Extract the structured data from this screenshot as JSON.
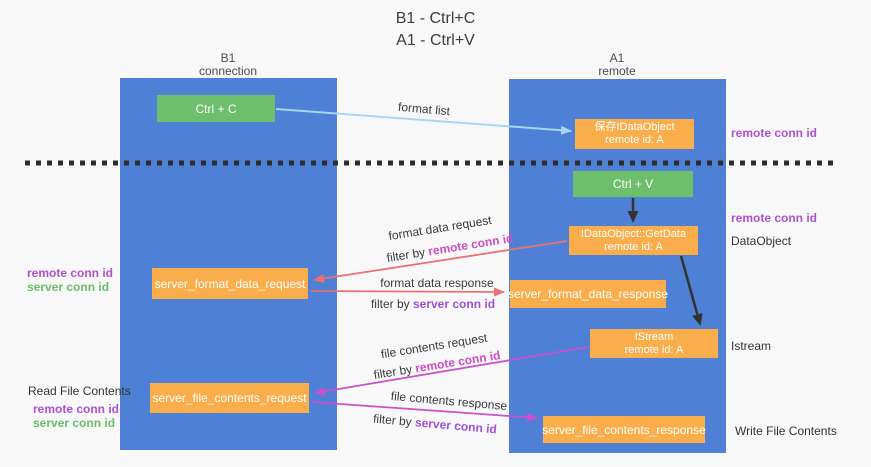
{
  "title": {
    "line1": "B1 - Ctrl+C",
    "line2": "A1 - Ctrl+V"
  },
  "lanes": {
    "left": {
      "name": "B1",
      "role": "connection"
    },
    "right": {
      "name": "A1",
      "role": "remote"
    }
  },
  "boxes": {
    "ctrl_c": "Ctrl + C",
    "ctrl_v": "Ctrl + V",
    "save_dataobject": {
      "line1": "保存IDataObject",
      "line2": "remote id: A"
    },
    "getdata": {
      "line1": "IDataObject::GetData",
      "line2": "remote id: A"
    },
    "istream": {
      "line1": "IStream",
      "line2": "remote id: A"
    },
    "format_request": "server_format_data_request",
    "format_response": "server_format_data_response",
    "file_request": "server_file_contents_request",
    "file_response": "server_file_contents_response"
  },
  "flow_labels": {
    "format_list": "format list",
    "format_data_request": "format data request",
    "format_data_request_filter_prefix": "filter by ",
    "format_data_request_filter_key": "remote conn id",
    "format_data_response": "format data response",
    "format_data_response_filter_prefix": "filter by ",
    "format_data_response_filter_key": "server conn id",
    "file_contents_request": "file contents request",
    "file_contents_request_filter_prefix": "filter by ",
    "file_contents_request_filter_key": "remote conn id",
    "file_contents_response": "file contents response",
    "file_contents_response_filter_prefix": "filter by ",
    "file_contents_response_filter_key": "server conn id"
  },
  "side_labels": {
    "right_remote_conn_top": "remote conn id",
    "right_remote_conn_mid": "remote conn id",
    "dataobject": "DataObject",
    "istream": "Istream",
    "write_file_contents": "Write File Contents",
    "left_remote_conn_1": "remote conn id",
    "left_server_conn_1": "server conn id",
    "read_file_contents": "Read File Contents",
    "left_remote_conn_2": "remote conn id",
    "left_server_conn_2": "server conn id"
  },
  "colors": {
    "lane_blue": "#4e81d6",
    "box_green": "#6ebf6b",
    "box_orange": "#f9ae4b",
    "arrow_lightblue": "#a9d5f2",
    "arrow_red": "#e87272",
    "arrow_magenta": "#cc50cc",
    "arrow_black": "#333333",
    "dashed_separator": "#2e2e2e",
    "label_purple": "#b050d0",
    "label_green": "#68bf68",
    "filter_remote": "#cc4fc4",
    "filter_server": "#a050d8"
  }
}
